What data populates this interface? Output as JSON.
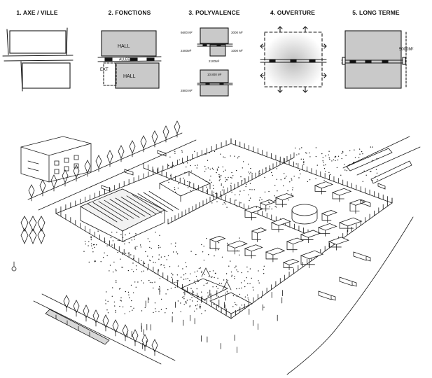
{
  "steps": [
    {
      "title": "1. AXE / VILLE"
    },
    {
      "title": "2. FONCTIONS",
      "labels": {
        "hall_top": "HALL",
        "axis": "ALLEE",
        "ext": "EXT",
        "hall_bottom": "HALL"
      }
    },
    {
      "title": "3. POLYVALENCE",
      "labels": {
        "a": "6600 M²",
        "b": "3000 M²",
        "c": "2400M²",
        "d": "1000 M²",
        "e": "2100M²",
        "f": "10.800 M²",
        "g": "2800 M²"
      }
    },
    {
      "title": "4. OUVERTURE"
    },
    {
      "title": "5. LONG TERME",
      "labels": {
        "area": "5000M²"
      }
    }
  ],
  "sketch": {
    "signs": {
      "sign_1": "",
      "sign_2": ""
    }
  },
  "colors": {
    "ink": "#1a1a1a",
    "block_fill": "#c9c9c9",
    "opening_fill": "#d6d6d6"
  }
}
